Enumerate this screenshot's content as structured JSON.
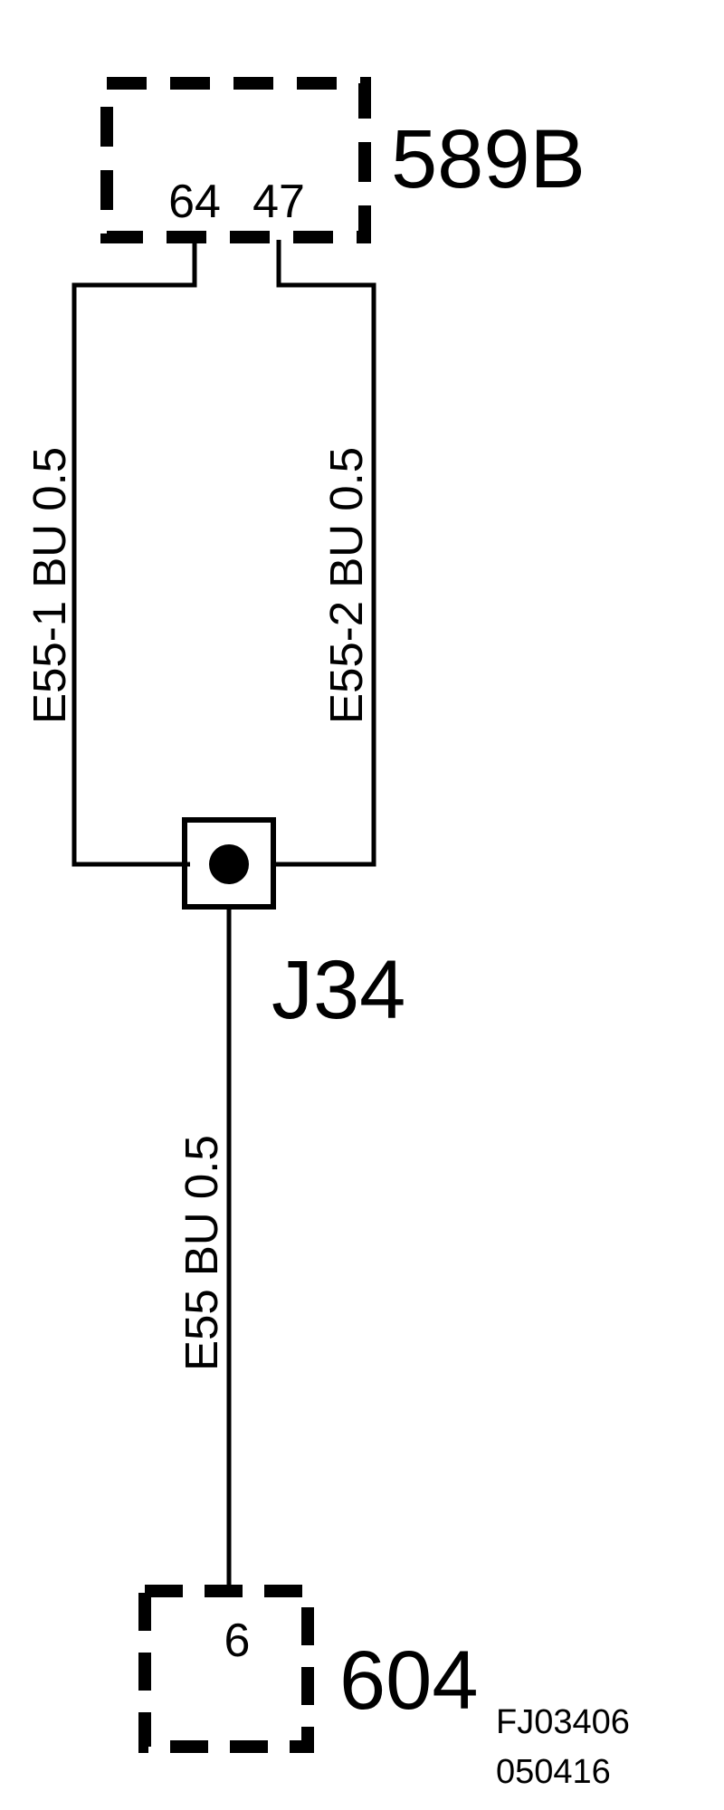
{
  "components": {
    "top_connector": {
      "id": "589B",
      "pins": [
        "64",
        "47"
      ]
    },
    "splice": {
      "id": "J34"
    },
    "bottom_connector": {
      "id": "604",
      "pins": [
        "6"
      ]
    }
  },
  "wires": {
    "left": "E55-1 BU 0.5",
    "right": "E55-2 BU 0.5",
    "lower": "E55 BU 0.5"
  },
  "reference": {
    "line1": "FJ03406",
    "line2": "050416"
  }
}
